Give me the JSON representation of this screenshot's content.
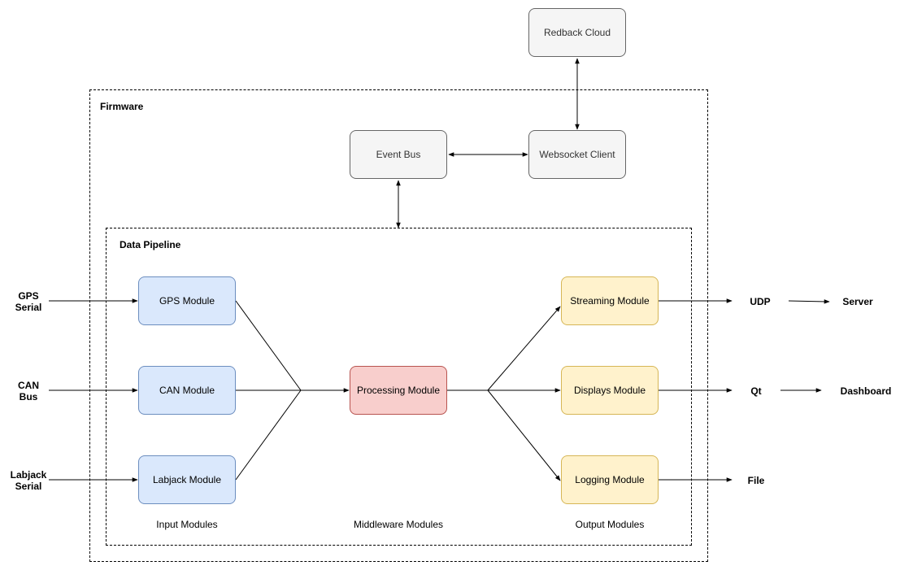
{
  "frames": {
    "firmware": "Firmware",
    "pipeline": "Data Pipeline"
  },
  "nodes": {
    "redback_cloud": "Redback Cloud",
    "event_bus": "Event Bus",
    "websocket_client": "Websocket Client",
    "gps_module": "GPS Module",
    "can_module": "CAN Module",
    "labjack_module": "Labjack Module",
    "processing_module": "Processing Module",
    "streaming_module": "Streaming Module",
    "displays_module": "Displays Module",
    "logging_module": "Logging Module"
  },
  "inputs": {
    "gps_line1": "GPS",
    "gps_line2": "Serial",
    "can_line1": "CAN",
    "can_line2": "Bus",
    "labjack_line1": "Labjack",
    "labjack_line2": "Serial"
  },
  "outputs": {
    "udp": "UDP",
    "server": "Server",
    "qt": "Qt",
    "dashboard": "Dashboard",
    "file": "File"
  },
  "captions": {
    "input": "Input Modules",
    "middleware": "Middleware Modules",
    "output": "Output Modules"
  }
}
